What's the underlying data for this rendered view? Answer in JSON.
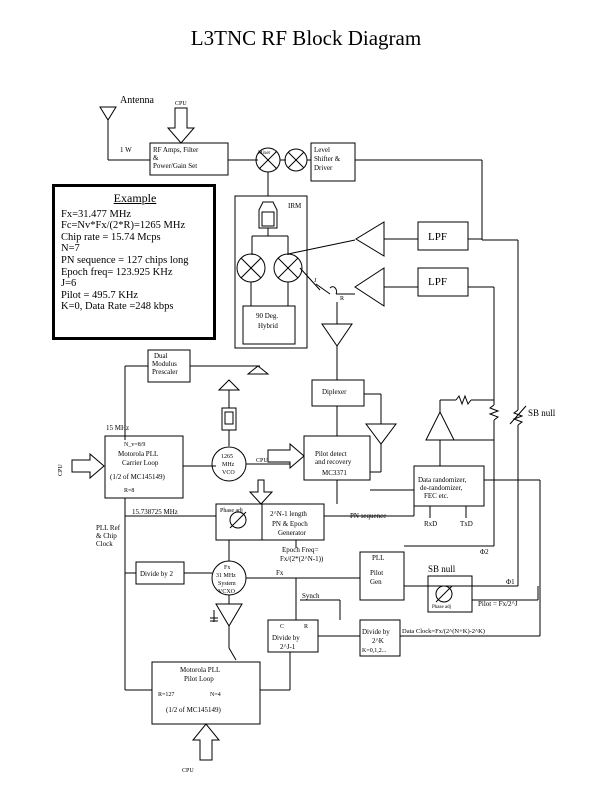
{
  "title": "L3TNC RF Block Diagram",
  "example": {
    "heading": "Example",
    "lines": [
      "Fx=31.477 MHz",
      "Fc=Nv*Fx/(2*R)=1265 MHz",
      "Chip rate = 15.74 Mcps",
      "N=7",
      "PN sequence = 127 chips long",
      "Epoch freq= 123.925 KHz",
      "J=6",
      "Pilot = 495.7 KHz",
      "K=0, Data Rate =248 kbps"
    ]
  },
  "labels": {
    "antenna": "Antenna",
    "cpu_top": "CPU",
    "one_w": "1 W",
    "rf_amps_1": "RF Amps, Filter",
    "rf_amps_2": "&",
    "rf_amps_3": "Power/Gain Set",
    "mixer": "Mixer",
    "level_1": "Level",
    "level_2": "Shifter &",
    "level_3": "Driver",
    "irm": "IRM",
    "lpf_top": "LPF",
    "lpf_mid": "LPF",
    "j_label": "J",
    "r_label": "R",
    "hybrid_1": "90 Deg.",
    "hybrid_2": "Hybrid",
    "dual_1": "Dual",
    "dual_2": "Modulus",
    "dual_3": "Prescaler",
    "diplexer": "Diplexer",
    "sb_null_top": "SB null",
    "mhz15": "15 MHz",
    "carrier_nv": "N_v=8/9",
    "carrier_1": "Motorola PLL",
    "carrier_2": "Carrier Loop",
    "carrier_3": "(1/2 of MC145149)",
    "carrier_r": "R=8",
    "cpu_left": "CPU",
    "vco_1": "1265",
    "vco_2": "MHz",
    "vco_3": "VCO",
    "cpu_mid": "CPU",
    "pilot_det_1": "Pilot detect",
    "pilot_det_2": "and recovery",
    "pilot_det_3": "MC3371",
    "datamux_1": "Data randomizer,",
    "datamux_2": "de-randomizer,",
    "datamux_3": "FEC etc.",
    "rxd": "RxD",
    "txd": "TxD",
    "freq_15738": "15.738725 MHz",
    "phase_adj_1": "Phase adj",
    "pn_1": "2^N-1 length",
    "pn_2": "PN & Epoch",
    "pn_3": "Generator",
    "pn_sequence": "PN sequence",
    "pll_ref_1": "PLL Ref",
    "pll_ref_2": "& Chip",
    "pll_ref_3": "Clock",
    "epoch_1": "Epoch Freq=",
    "epoch_2": "Fx/(2*(2^N-1))",
    "phi2": "Φ2",
    "divide2": "Divide by 2",
    "fx_1": "Fx",
    "fx_2": "31 MHz",
    "fx_3": "System",
    "fx_4": "VCXO",
    "fx_arrow": "Fx",
    "pll_1": "PLL",
    "pll_2": "Pilot",
    "pll_3": "Gen",
    "sb_null_bot": "SB null",
    "phase_adj_2": "Phase adj",
    "pilot_eq": "Pilot = Fx/2^J",
    "phi1": "Φ1",
    "synch": "Synch",
    "div_c": "C",
    "div_r": "R",
    "divn_1": "Divide by",
    "divn_2": "2^J-1",
    "divk_1": "Divide by",
    "divk_2": "2^K",
    "divk_3": "K=0,1,2...",
    "data_clock": "Data Clock=Fx/(2^(N+K)-2^K)",
    "pilot_loop_1": "Motorola PLL",
    "pilot_loop_2": "Pilot Loop",
    "pilot_loop_r": "R=127",
    "pilot_loop_n": "N=4",
    "pilot_loop_3": "(1/2 of MC145149)",
    "cpu_bottom": "CPU"
  }
}
